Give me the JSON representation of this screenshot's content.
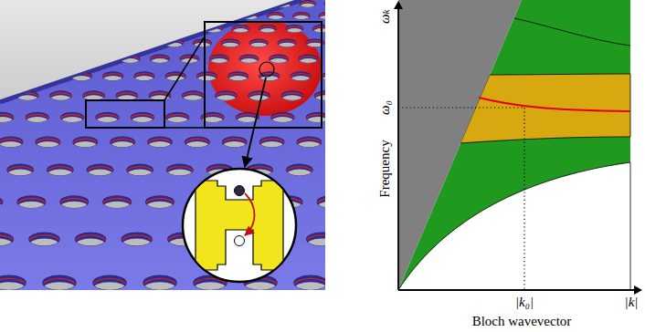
{
  "diagram": {
    "labels": [
      "ωₖ",
      "ω₀",
      "Frequency",
      "|k₀|",
      "|k|",
      "Bloch wavevector"
    ]
  }
}
